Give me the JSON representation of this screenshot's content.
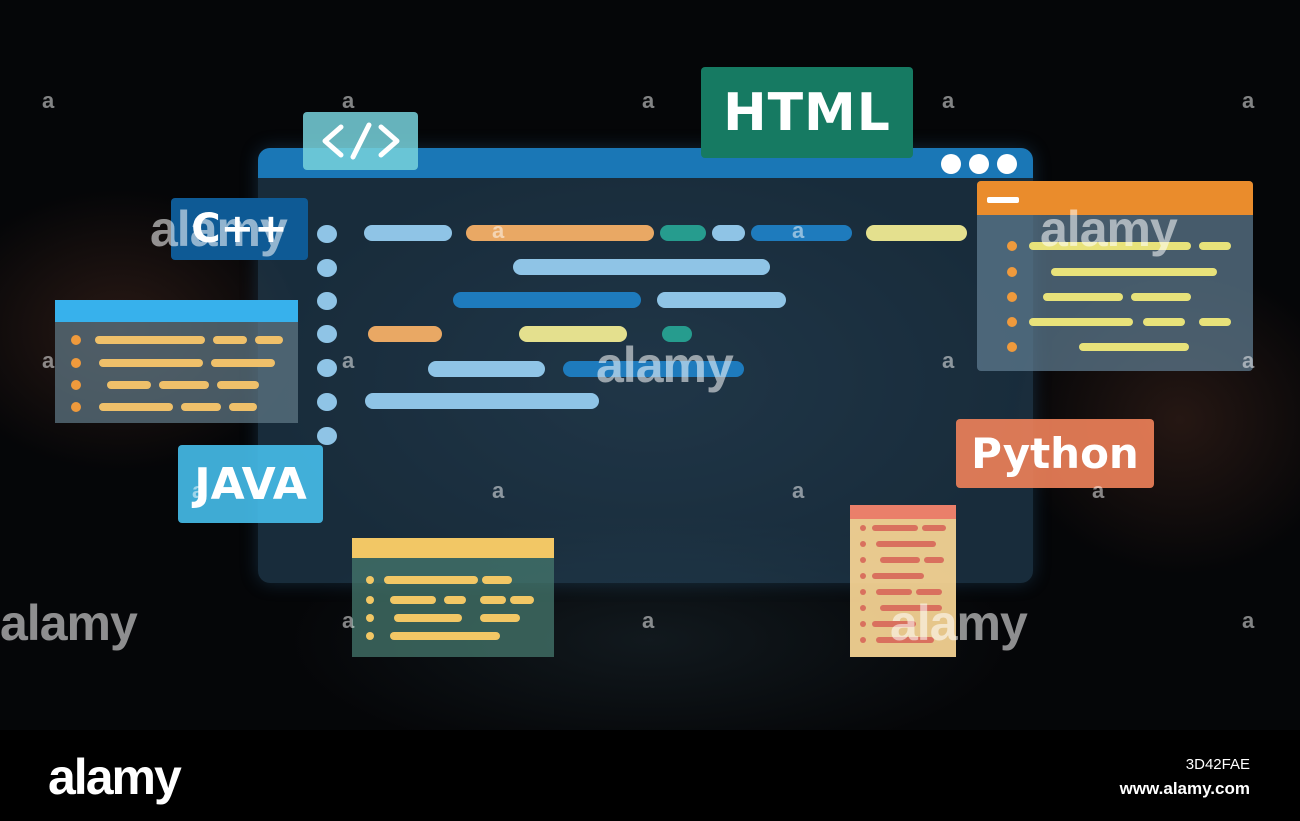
{
  "tags": {
    "code_symbol": "</>",
    "html": "HTML",
    "cpp": "C++",
    "java": "JAVA",
    "python": "Python"
  },
  "colors": {
    "main_window_titlebar": "#1a77b6",
    "html_tag": "#167a62",
    "cpp_tag": "#0e5a95",
    "java_tag": "#46beeb",
    "python_tag": "#f0825a",
    "orange_window": "#ea8c2c",
    "yellow_window": "#f2c765",
    "blue_window": "#37b1ec"
  },
  "icons": {
    "code": "code-brackets-icon",
    "window_controls": "window-dots-icon"
  },
  "watermark": {
    "brand": "alamy",
    "small_mark": "a"
  },
  "footer": {
    "logo": "alamy",
    "image_id": "3D42FAE",
    "url": "www.alamy.com"
  }
}
